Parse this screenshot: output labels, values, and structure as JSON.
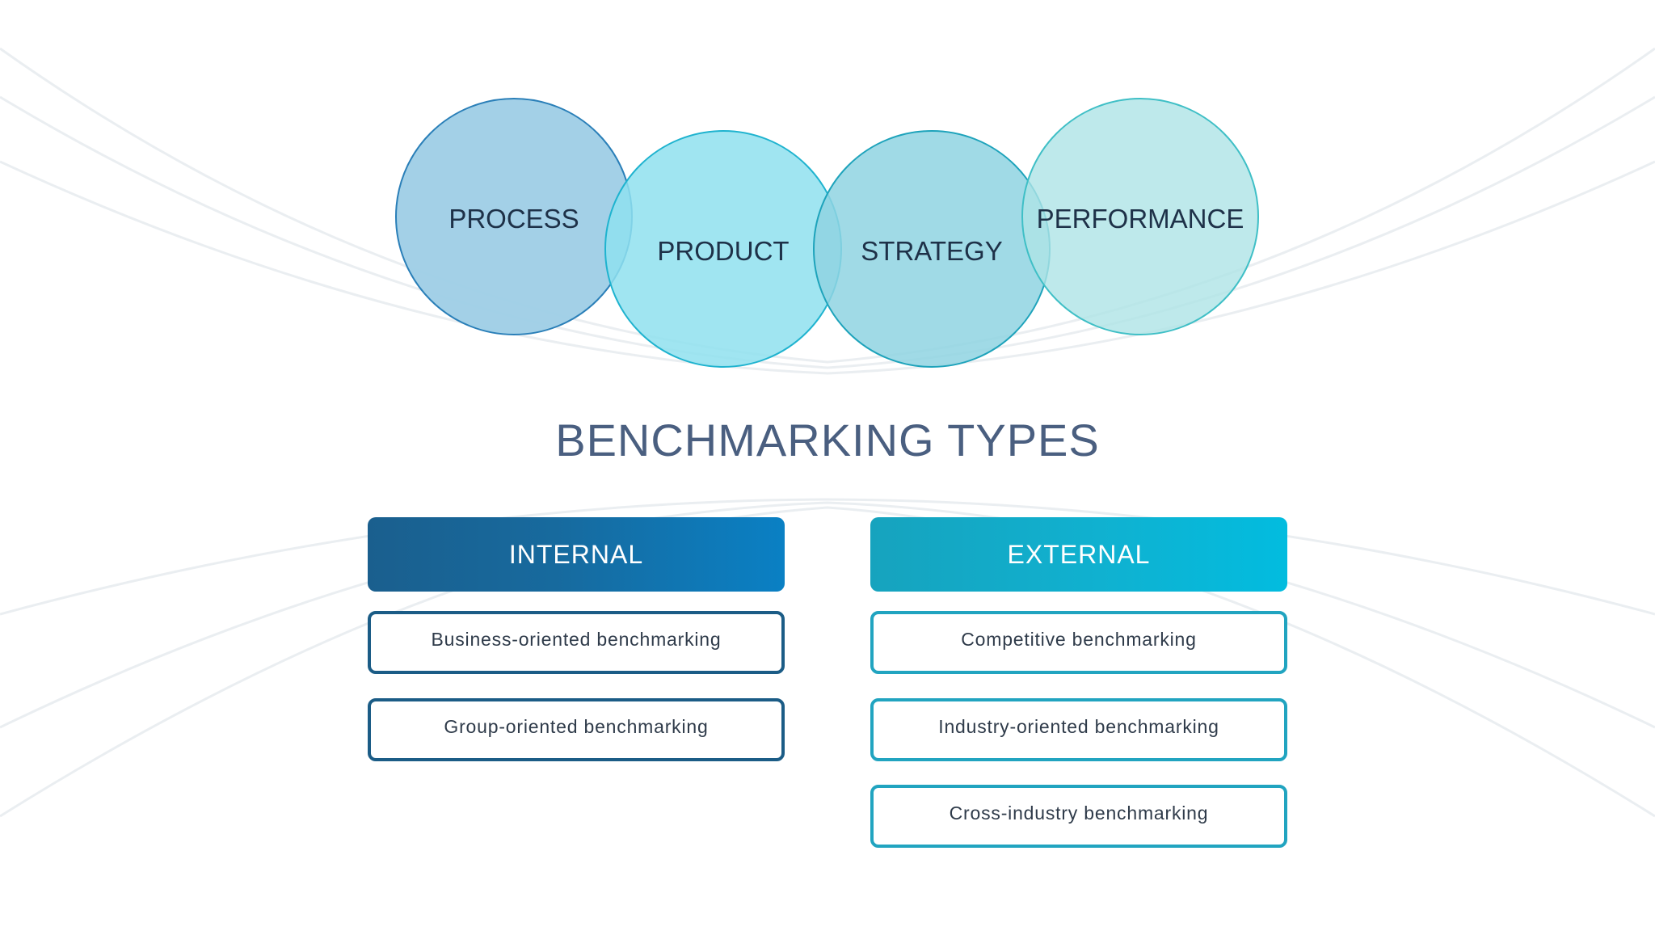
{
  "circles": [
    {
      "label": "PROCESS",
      "color": "#9ecde6",
      "stroke": "#2a7fb8"
    },
    {
      "label": "PRODUCT",
      "color": "#8fe0ef",
      "stroke": "#1fb3cf"
    },
    {
      "label": "STRATEGY",
      "color": "#8fd3e2",
      "stroke": "#1ea3bb"
    },
    {
      "label": "PERFORMANCE",
      "color": "#aee3e6",
      "stroke": "#3fbfc6"
    }
  ],
  "title": "BENCHMARKING TYPES",
  "columns": {
    "internal": {
      "header": "INTERNAL",
      "items": [
        "Business-oriented benchmarking",
        "Group-oriented benchmarking"
      ]
    },
    "external": {
      "header": "EXTERNAL",
      "items": [
        "Competitive benchmarking",
        "Industry-oriented benchmarking",
        "Cross-industry benchmarking"
      ]
    }
  }
}
